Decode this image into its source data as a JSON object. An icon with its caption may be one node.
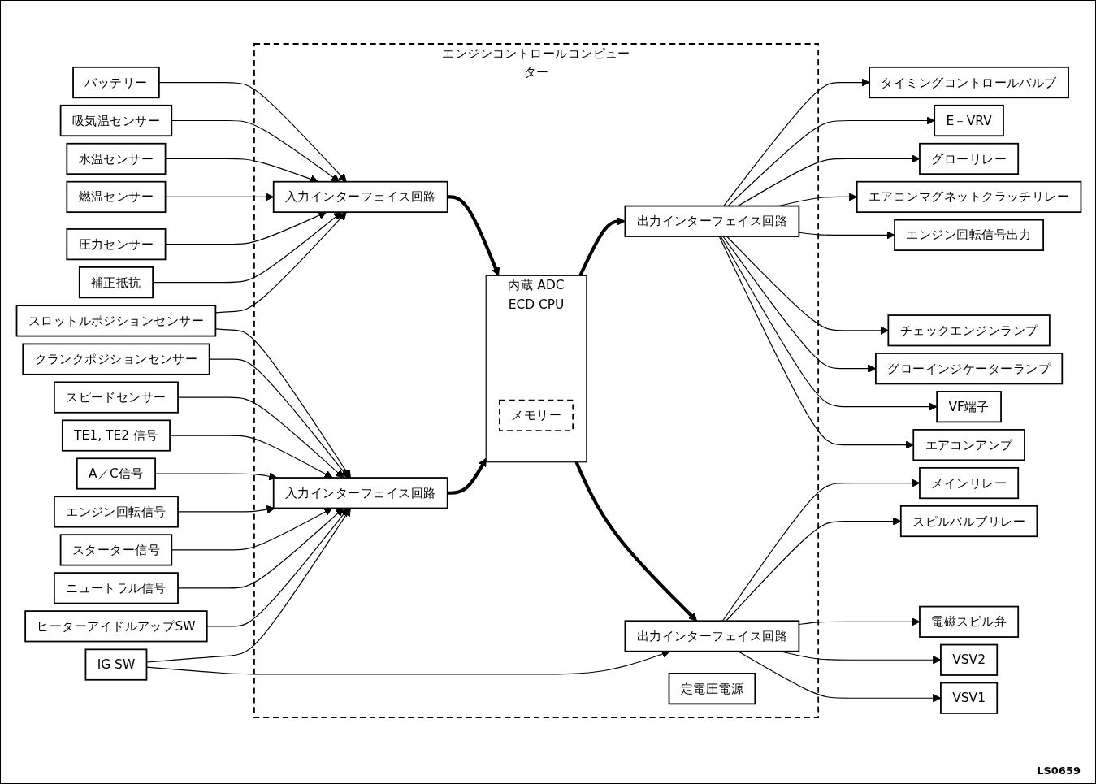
{
  "diagram": {
    "nodes": [
      {
        "text": [
          "エンジンコントロールコンピューター"
        ]
      },
      {
        "text": [
          "バッテリー"
        ]
      },
      {
        "text": [
          "吸気温センサー"
        ]
      },
      {
        "text": [
          "水温センサー"
        ]
      },
      {
        "text": [
          "燃温センサー"
        ]
      },
      {
        "text": [
          "圧力センサー"
        ]
      },
      {
        "text": [
          "補正抵抗"
        ]
      },
      {
        "text": [
          "スロットルポジションセンサー"
        ]
      },
      {
        "text": [
          "入力インターフェイス回路"
        ],
        "in": 0
      },
      {
        "text": [
          "内蔵 ADC",
          "ECD CPU"
        ],
        "in": 0
      },
      {
        "text": [
          "メモリー"
        ],
        "in": 9
      },
      {
        "text": [
          "入力インターフェイス回路"
        ],
        "in": 0
      },
      {
        "text": [
          "出力インターフェイス回路"
        ],
        "in": 0
      },
      {
        "text": [
          "タイミングコントロールバルブ"
        ]
      },
      {
        "text": [
          "E－VRV"
        ]
      },
      {
        "text": [
          "グローリレー"
        ]
      },
      {
        "text": [
          "エアコンマグネットクラッチリレー"
        ]
      },
      {
        "text": [
          "エンジン回転信号出力"
        ]
      },
      {
        "text": [
          "チェックエンジンランプ"
        ]
      },
      {
        "text": [
          "グローインジケーターランプ"
        ]
      },
      {
        "text": [
          "VF端子"
        ]
      },
      {
        "text": [
          "エアコンアンプ"
        ]
      },
      {
        "text": [
          "出力インターフェイス回路"
        ],
        "in": 0
      },
      {
        "text": [
          "定電圧電源"
        ],
        "in": 0
      },
      {
        "text": [
          "クランクポジションセンサー"
        ]
      },
      {
        "text": [
          "スピードセンサー"
        ]
      },
      {
        "text": [
          "TE1, TE2 信号"
        ]
      },
      {
        "text": [
          "A／C信号"
        ]
      },
      {
        "text": [
          "エンジン回転信号"
        ]
      },
      {
        "text": [
          "スターター信号"
        ]
      },
      {
        "text": [
          "ニュートラル信号"
        ]
      },
      {
        "text": [
          "ヒーターアイドルアップSW"
        ]
      },
      {
        "text": [
          "IG SW"
        ]
      },
      {
        "text": [
          "メインリレー"
        ]
      },
      {
        "text": [
          "スピルバルブリレー"
        ]
      },
      {
        "text": [
          "電磁スピル弁"
        ]
      },
      {
        "text": [
          "VSV2"
        ]
      },
      {
        "text": [
          "VSV1"
        ]
      }
    ],
    "edges": [
      {
        "from": 1,
        "to": 8,
        "arrow": "to"
      },
      {
        "from": 2,
        "to": 8,
        "arrow": "to"
      },
      {
        "from": 3,
        "to": 8,
        "arrow": "to"
      },
      {
        "from": 4,
        "to": 8,
        "arrow": "to"
      },
      {
        "from": 5,
        "to": 8,
        "arrow": "to"
      },
      {
        "from": 6,
        "to": 8,
        "arrow": "to"
      },
      {
        "from": 7,
        "to": 8,
        "arrow": "to"
      },
      {
        "from": 7,
        "to": 11,
        "arrow": "to"
      },
      {
        "from": 8,
        "to": 9,
        "arrow": "to",
        "style": "thick"
      },
      {
        "from": 11,
        "to": 9,
        "arrow": "to",
        "style": "thick"
      },
      {
        "from": 9,
        "to": 12,
        "arrow": "to",
        "style": "thick"
      },
      {
        "from": 9,
        "to": 22,
        "arrow": "to",
        "style": "thick"
      },
      {
        "from": 12,
        "to": 13,
        "arrow": "to"
      },
      {
        "from": 12,
        "to": 14,
        "arrow": "to"
      },
      {
        "from": 12,
        "to": 15,
        "arrow": "to"
      },
      {
        "from": 12,
        "to": 16,
        "arrow": "to"
      },
      {
        "from": 12,
        "to": 17,
        "arrow": "to"
      },
      {
        "from": 12,
        "to": 18,
        "arrow": "to"
      },
      {
        "from": 12,
        "to": 19,
        "arrow": "to"
      },
      {
        "from": 12,
        "to": 20,
        "arrow": "to"
      },
      {
        "from": 12,
        "to": 21,
        "arrow": "to"
      },
      {
        "from": 24,
        "to": 11,
        "arrow": "to"
      },
      {
        "from": 25,
        "to": 11,
        "arrow": "to"
      },
      {
        "from": 26,
        "to": 11,
        "arrow": "to"
      },
      {
        "from": 27,
        "to": 11,
        "arrow": "to"
      },
      {
        "from": 28,
        "to": 11,
        "arrow": "to"
      },
      {
        "from": 29,
        "to": 11,
        "arrow": "to"
      },
      {
        "from": 30,
        "to": 11,
        "arrow": "to"
      },
      {
        "from": 31,
        "to": 11,
        "arrow": "to"
      },
      {
        "from": 32,
        "to": 11,
        "arrow": "to"
      },
      {
        "from": 32,
        "to": 22,
        "arrow": "to"
      },
      {
        "from": 22,
        "to": 33,
        "arrow": "to"
      },
      {
        "from": 22,
        "to": 34,
        "arrow": "to"
      },
      {
        "from": 22,
        "to": 35,
        "arrow": "to"
      },
      {
        "from": 22,
        "to": 36,
        "arrow": "to"
      },
      {
        "from": 22,
        "to": 37,
        "arrow": "to"
      }
    ],
    "labels": [
      "LS0659"
    ]
  }
}
